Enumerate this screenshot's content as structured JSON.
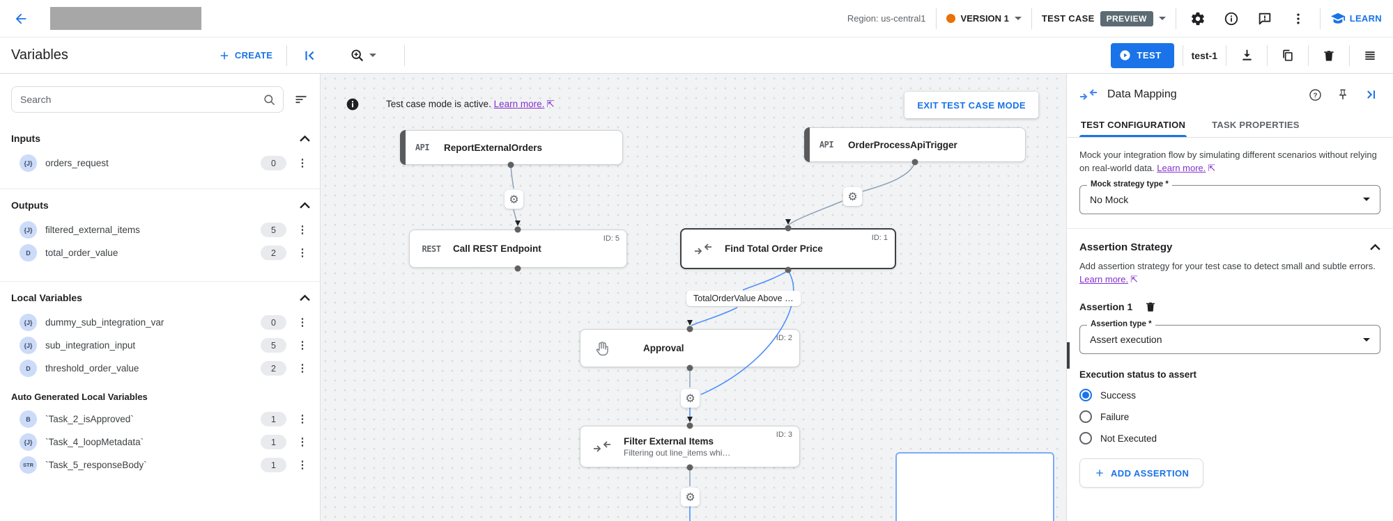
{
  "topbar": {
    "region": "Region: us-central1",
    "version_label": "VERSION 1",
    "test_case_label": "TEST CASE",
    "preview_badge": "PREVIEW",
    "learn_label": "LEARN"
  },
  "toolbar": {
    "title": "Variables",
    "create_label": "CREATE",
    "test_label": "TEST",
    "test_name": "test-1"
  },
  "sidebar": {
    "search_placeholder": "Search",
    "sections": [
      {
        "title": "Inputs",
        "items": [
          {
            "icon": "{J}",
            "name": "orders_request",
            "count": "0"
          }
        ]
      },
      {
        "title": "Outputs",
        "items": [
          {
            "icon": "{J}",
            "name": "filtered_external_items",
            "count": "5"
          },
          {
            "icon": "D",
            "name": "total_order_value",
            "count": "2"
          }
        ]
      },
      {
        "title": "Local Variables",
        "items": [
          {
            "icon": "{J}",
            "name": "dummy_sub_integration_var",
            "count": "0"
          },
          {
            "icon": "{J}",
            "name": "sub_integration_input",
            "count": "5"
          },
          {
            "icon": "D",
            "name": "threshold_order_value",
            "count": "2"
          }
        ]
      },
      {
        "title": "Auto Generated Local Variables",
        "items": [
          {
            "icon": "B",
            "name": "`Task_2_isApproved`",
            "count": "1"
          },
          {
            "icon": "{J}",
            "name": "`Task_4_loopMetadata`",
            "count": "1"
          },
          {
            "icon": "STR",
            "name": "`Task_5_responseBody`",
            "count": "1"
          }
        ]
      }
    ]
  },
  "canvas": {
    "banner_text": "Test case mode is active.",
    "banner_link": "Learn more.",
    "exit_button": "EXIT TEST CASE MODE",
    "edge_label": "TotalOrderValue Above …",
    "nodes": {
      "report": {
        "glyph": "API",
        "title": "ReportExternalOrders"
      },
      "order_trigger": {
        "glyph": "API",
        "title": "OrderProcessApiTrigger"
      },
      "rest": {
        "glyph": "REST",
        "title": "Call REST Endpoint",
        "id": "ID: 5"
      },
      "find": {
        "title": "Find Total Order Price",
        "id": "ID: 1"
      },
      "approval": {
        "title": "Approval",
        "id": "ID: 2"
      },
      "filter": {
        "title": "Filter External Items",
        "subtitle": "Filtering out line_items whi…",
        "id": "ID: 3"
      }
    }
  },
  "panel": {
    "title": "Data Mapping",
    "tabs": [
      {
        "label": "TEST CONFIGURATION"
      },
      {
        "label": "TASK PROPERTIES"
      }
    ],
    "mock_text": "Mock your integration flow by simulating different scenarios without relying on real-world data.",
    "learn_more": "Learn more.",
    "mock_label": "Mock strategy type *",
    "mock_value": "No Mock",
    "assertion_heading": "Assertion Strategy",
    "assertion_text": "Add assertion strategy for your test case to detect small and subtle errors.",
    "assertion_item": "Assertion 1",
    "type_label": "Assertion type *",
    "type_value": "Assert execution",
    "status_label": "Execution status to assert",
    "radios": [
      {
        "label": "Success"
      },
      {
        "label": "Failure"
      },
      {
        "label": "Not Executed"
      }
    ],
    "add_button": "ADD ASSERTION"
  },
  "colors": {
    "accent": "#1a73e8",
    "link": "#8430ce",
    "preview_bg": "#5c6b73",
    "version_dot": "#e8710a"
  }
}
